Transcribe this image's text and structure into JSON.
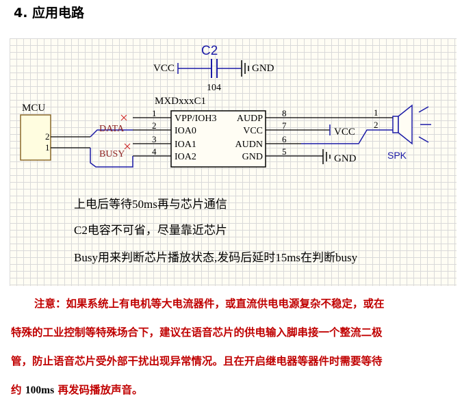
{
  "heading": "4.  应用电路",
  "schematic": {
    "capacitor": {
      "name": "C2",
      "value": "104",
      "left_net": "VCC",
      "right_net": "GND"
    },
    "ic": {
      "name": "MXDxxxC1",
      "left_pins": [
        {
          "num": "1",
          "label": "VPP/IOH3"
        },
        {
          "num": "2",
          "label": "IOA0"
        },
        {
          "num": "3",
          "label": "IOA1"
        },
        {
          "num": "4",
          "label": "IOA2"
        }
      ],
      "right_pins": [
        {
          "num": "8",
          "label": "AUDP"
        },
        {
          "num": "7",
          "label": "VCC"
        },
        {
          "num": "6",
          "label": "AUDN"
        },
        {
          "num": "5",
          "label": "GND"
        }
      ]
    },
    "mcu": {
      "name": "MCU",
      "pins": [
        "2",
        "1"
      ]
    },
    "net_labels": {
      "data": "DATA",
      "busy": "BUSY",
      "vcc": "VCC",
      "gnd": "GND"
    },
    "speaker": {
      "name": "SPK",
      "pins": [
        "1",
        "2"
      ]
    },
    "notes": [
      "上电后等待50ms再与芯片通信",
      "C2电容不可省，尽量靠近芯片",
      "Busy用来判断芯片播放状态,发码后延时15ms在判断busy"
    ]
  },
  "warning": {
    "line1": "注意：如果系统上有电机等大电流器件，或直流供电电源复杂不稳定，或在",
    "line2": "特殊的工业控制等特殊场合下，建议在语音芯片的供电输入脚串接一个整流二极",
    "line3": "管，防止语音芯片受外部干扰出现异常情况。且在开启继电器等器件时需要等待",
    "line4_pre": "约",
    "line4_num": "100ms",
    "line4_post": "再发码播放声音。"
  }
}
